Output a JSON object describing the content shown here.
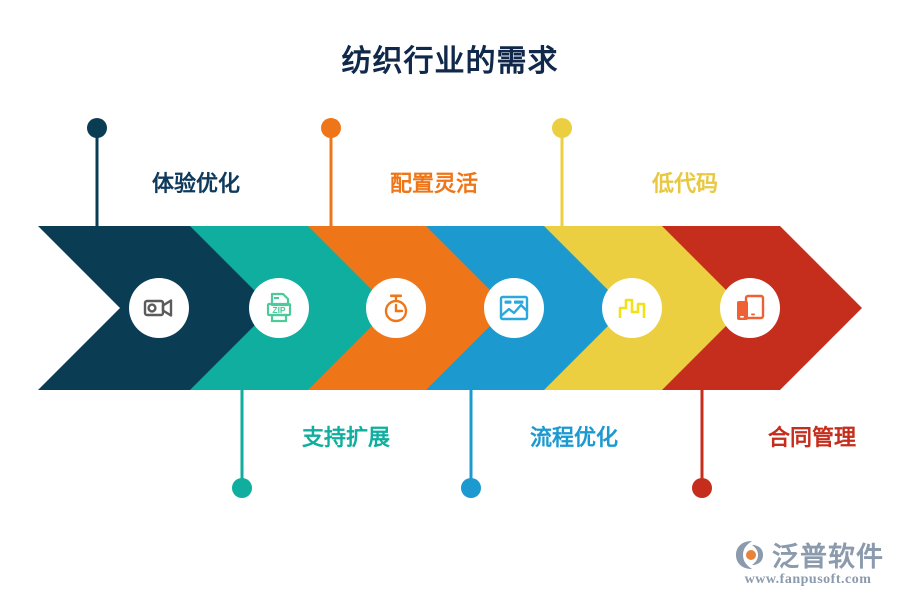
{
  "page": {
    "title": "纺织行业的需求",
    "title_color": "#10284a",
    "background": "#ffffff"
  },
  "process": {
    "type": "chevron-process-arrow",
    "direction": "left-to-right",
    "segment_count": 6,
    "steps": [
      {
        "index": 1,
        "label": "体验优化",
        "label_position": "above",
        "segment_color": "#0a3d54",
        "label_color": "#0f3a5c",
        "connector_color": "#0a3d54",
        "icon": "video-camera-icon",
        "icon_color": "#5b5b5b"
      },
      {
        "index": 2,
        "label": "支持扩展",
        "label_position": "below",
        "segment_color": "#0fae9e",
        "label_color": "#0fae9e",
        "connector_color": "#0fae9e",
        "icon": "zip-file-icon",
        "icon_color": "#4ec99a"
      },
      {
        "index": 3,
        "label": "配置灵活",
        "label_position": "above",
        "segment_color": "#ef7618",
        "label_color": "#ef7618",
        "connector_color": "#ef7618",
        "icon": "stopwatch-icon",
        "icon_color": "#ef7618"
      },
      {
        "index": 4,
        "label": "流程优化",
        "label_position": "below",
        "segment_color": "#1c9ad0",
        "label_color": "#1c9ad0",
        "connector_color": "#1c9ad0",
        "icon": "image-chart-window-icon",
        "icon_color": "#2ba8dd"
      },
      {
        "index": 5,
        "label": "低代码",
        "label_position": "above",
        "segment_color": "#ebcf40",
        "label_color": "#e8c840",
        "connector_color": "#ebcf40",
        "icon": "bar-chart-icon",
        "icon_color": "#f2e018"
      },
      {
        "index": 6,
        "label": "合同管理",
        "label_position": "below",
        "segment_color": "#c52d1c",
        "label_color": "#c52d1c",
        "connector_color": "#c52d1c",
        "icon": "devices-tablet-phone-icon",
        "icon_color": "#ef6034"
      }
    ]
  },
  "logo": {
    "name": "泛普软件",
    "url": "www.fanpusoft.com",
    "mark": "fanpu-swirl-logo-icon",
    "text_color": "#8b9aac",
    "accent_color": "#e8833a"
  }
}
